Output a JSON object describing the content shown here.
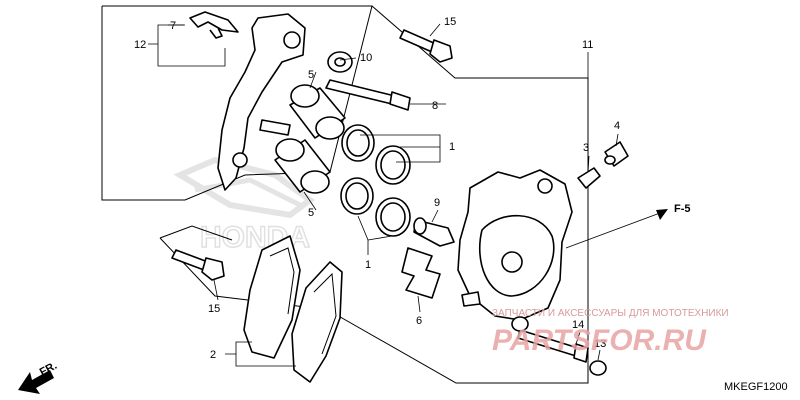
{
  "parts": [
    {
      "number": "1"
    },
    {
      "number": "1"
    },
    {
      "number": "2"
    },
    {
      "number": "3"
    },
    {
      "number": "4"
    },
    {
      "number": "5"
    },
    {
      "number": "5"
    },
    {
      "number": "6"
    },
    {
      "number": "7"
    },
    {
      "number": "8"
    },
    {
      "number": "9"
    },
    {
      "number": "10"
    },
    {
      "number": "11"
    },
    {
      "number": "12"
    },
    {
      "number": "13"
    },
    {
      "number": "14"
    },
    {
      "number": "15"
    },
    {
      "number": "15"
    }
  ],
  "reference": "F-5",
  "front_arrow": "FR.",
  "diagram_code": "MKEGF1200",
  "watermark": {
    "brand_text": "HONDA",
    "tagline": "ЗАПЧАСТИ И АКСЕССУАРЫ ДЛЯ МОТОТЕХНИКИ",
    "site": "PARTSFOR.RU",
    "brand_color": "#e8a4a4",
    "logo_color": "#cfcfcf"
  }
}
